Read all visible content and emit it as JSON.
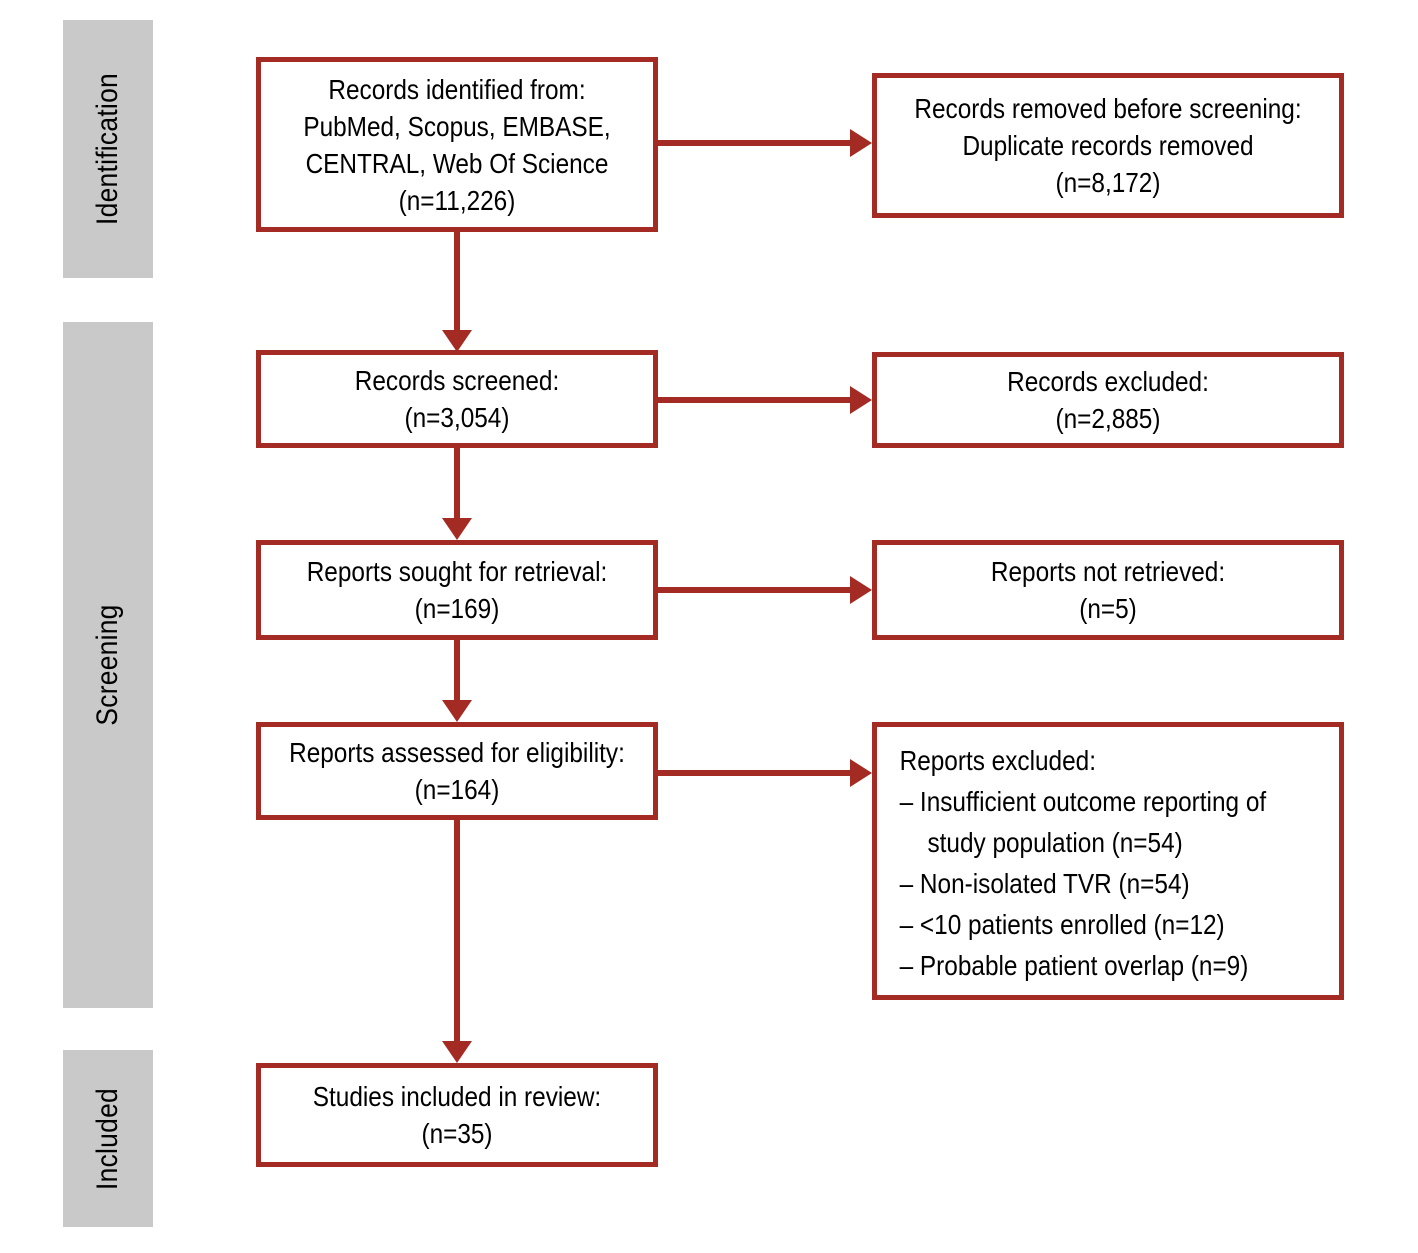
{
  "colors": {
    "accent": "#A42B24",
    "sidebar_bg": "#C9C9C9",
    "text": "#000000",
    "background": "#FFFFFF"
  },
  "sidebar": {
    "stages": [
      {
        "label": "Identification"
      },
      {
        "label": "Screening"
      },
      {
        "label": "Included"
      }
    ]
  },
  "flow": {
    "main_boxes": [
      {
        "lines": [
          "Records identified from:",
          "PubMed, Scopus, EMBASE,",
          "CENTRAL, Web Of Science",
          "(n=11,226)"
        ]
      },
      {
        "lines": [
          "Records screened:",
          "(n=3,054)"
        ]
      },
      {
        "lines": [
          "Reports sought for retrieval:",
          "(n=169)"
        ]
      },
      {
        "lines": [
          "Reports assessed for eligibility:",
          "(n=164)"
        ]
      },
      {
        "lines": [
          "Studies included in review:",
          "(n=35)"
        ]
      }
    ],
    "side_boxes": [
      {
        "lines": [
          "Records removed before screening:",
          "Duplicate records removed",
          "(n=8,172)"
        ]
      },
      {
        "lines": [
          "Records excluded:",
          "(n=2,885)"
        ]
      },
      {
        "lines": [
          "Reports not retrieved:",
          "(n=5)"
        ]
      },
      {
        "title": "Reports excluded:",
        "items": [
          "– Insufficient outcome reporting of study population (n=54)",
          "– Non-isolated TVR (n=54)",
          "– <10 patients enrolled (n=12)",
          "– Probable patient overlap (n=9)"
        ]
      }
    ]
  }
}
